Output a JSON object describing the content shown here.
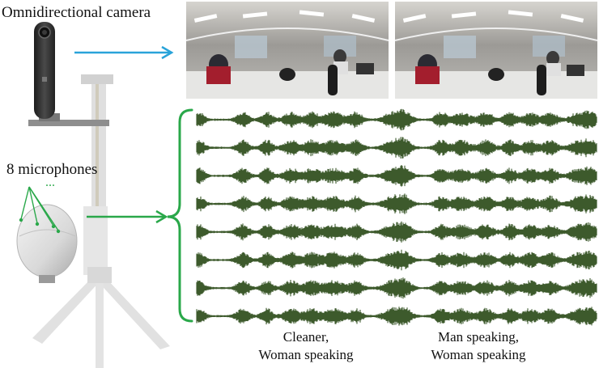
{
  "labels": {
    "camera": "Omnidirectional camera",
    "mics": "8 microphones",
    "mic_ellipsis": "...",
    "caption_left_1": "Cleaner,",
    "caption_left_2": "Woman speaking",
    "caption_right_1": "Man speaking,",
    "caption_right_2": "Woman speaking"
  },
  "waveform": {
    "channel_count": 8,
    "color": "#3d5a2c"
  },
  "colors": {
    "camera_arrow": "#29a3d9",
    "mic_arrow": "#2aa84a",
    "brace": "#2aa84a",
    "mic_lines": "#2aa84a",
    "mic_dots": "#2aa84a"
  },
  "icons": {
    "camera": "omnidirectional-camera-icon",
    "mic_array": "spherical-microphone-array-icon",
    "tripod": "tripod-stand-icon",
    "frames": "office-scene-photo"
  }
}
